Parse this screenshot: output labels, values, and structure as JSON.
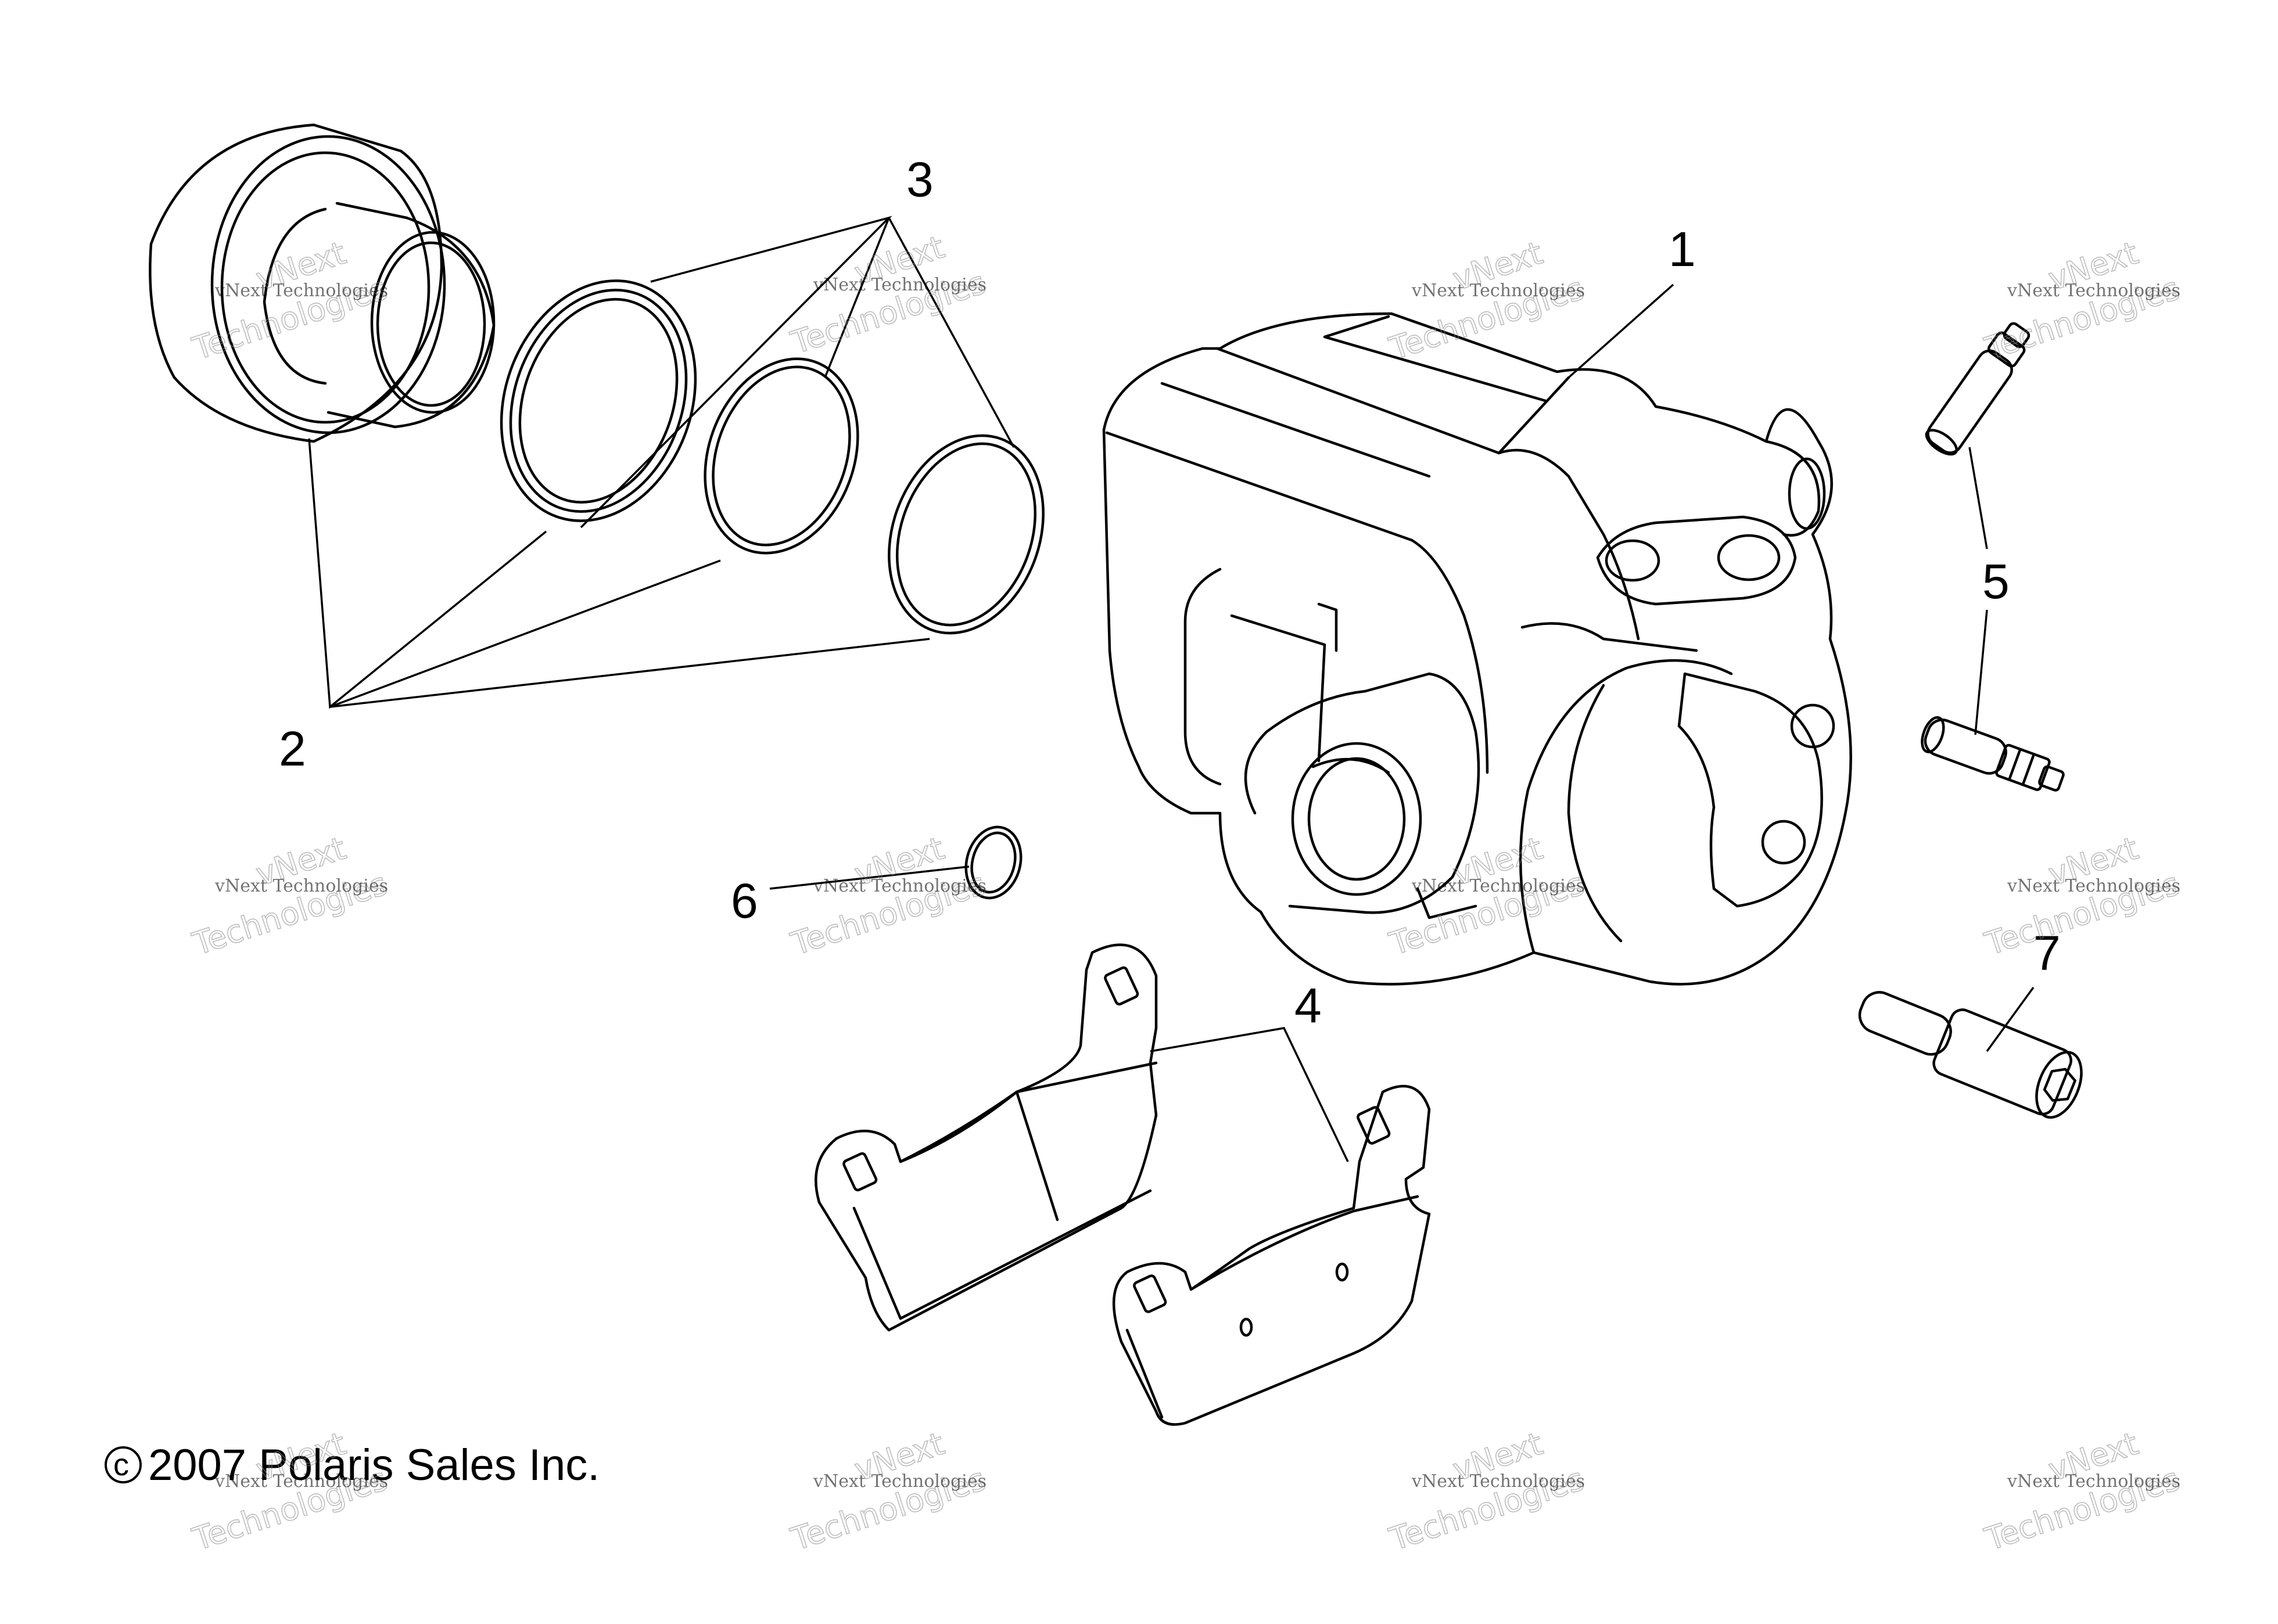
{
  "callouts": {
    "c1": "1",
    "c2": "2",
    "c3": "3",
    "c4": "4",
    "c5": "5",
    "c6": "6",
    "c7": "7"
  },
  "copyright": "2007 Polaris Sales Inc.",
  "copyright_symbol": "c",
  "watermark": {
    "line1": "vNext Technologies",
    "line2a": "vNext",
    "line2b": "Technologies"
  }
}
